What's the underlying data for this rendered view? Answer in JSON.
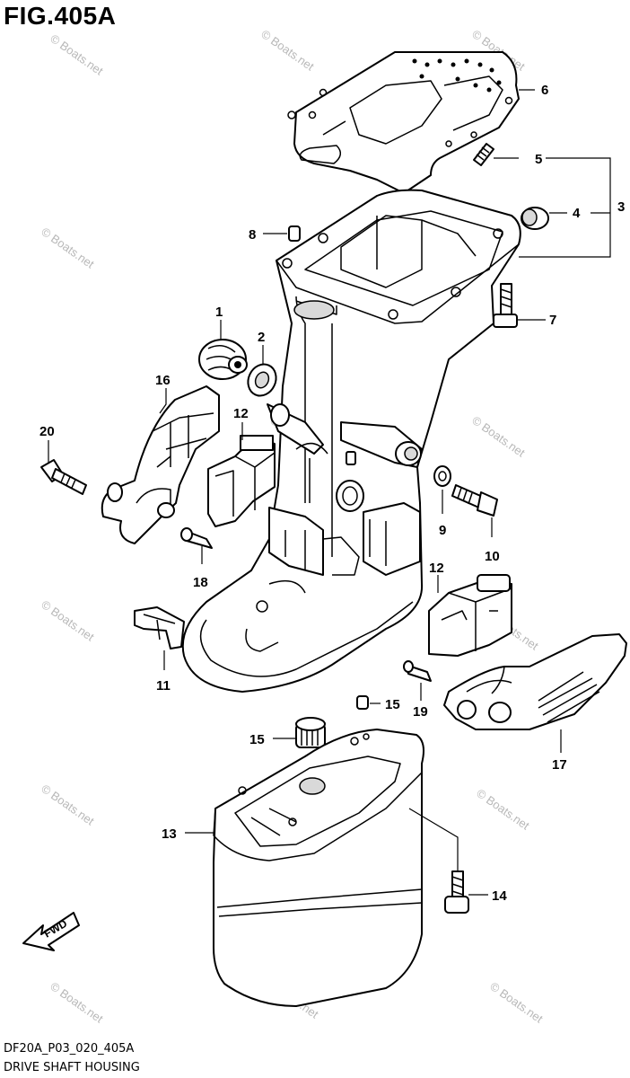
{
  "figure": {
    "title": "FIG.405A",
    "code": "DF20A_P03_020_405A",
    "name": "DRIVE SHAFT HOUSING"
  },
  "watermark": "© Boats.net",
  "fwd_label": "FWD",
  "callouts": [
    "1",
    "2",
    "3",
    "4",
    "5",
    "6",
    "7",
    "8",
    "9",
    "10",
    "11",
    "12",
    "12",
    "13",
    "14",
    "15",
    "15",
    "16",
    "17",
    "18",
    "19",
    "20"
  ]
}
